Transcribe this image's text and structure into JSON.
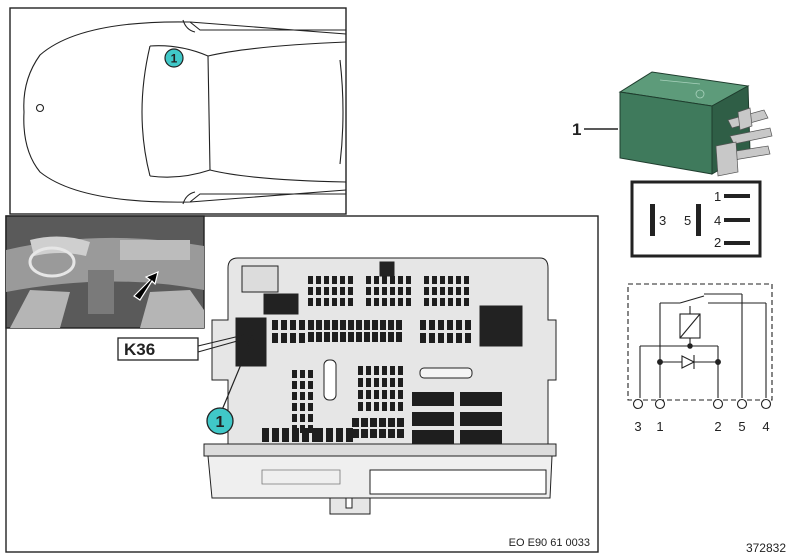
{
  "callouts": {
    "top_marker": "1",
    "fuse_marker": "1",
    "relay_part": "1"
  },
  "fusebox": {
    "component_label": "K36",
    "doc_code": "EO E90 61 0033"
  },
  "relay_face": {
    "pins": [
      "3",
      "5",
      "1",
      "4",
      "2"
    ]
  },
  "schematic": {
    "terminals": [
      "3",
      "1",
      "2",
      "5",
      "4"
    ]
  },
  "footer": {
    "diagram_number": "372832"
  },
  "colors": {
    "marker_fill": "#40c8c8",
    "relay_body": "#3f7a5c",
    "line": "#222222"
  }
}
